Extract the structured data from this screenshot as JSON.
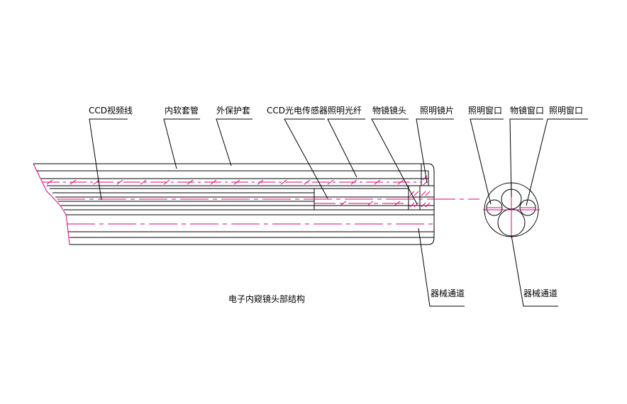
{
  "labels": {
    "ccd_video_cable": "CCD视频线",
    "inner_soft_tube": "内软套管",
    "outer_protective_sheath": "外保护套",
    "ccd_sensor": "CCD光电传感器",
    "illumination_fiber": "照明光纤",
    "objective_lens": "物镜镜头",
    "illumination_lens": "照明镜片",
    "illumination_window_left": "照明窗口",
    "objective_window": "物镜窗口",
    "illumination_window_right": "照明窗口",
    "instrument_channel_side": "器械通道",
    "instrument_channel_end": "器械通道",
    "caption": "电子内窥镜头部结构"
  },
  "colors": {
    "line": "#000000",
    "centerline": "#e0007f"
  }
}
